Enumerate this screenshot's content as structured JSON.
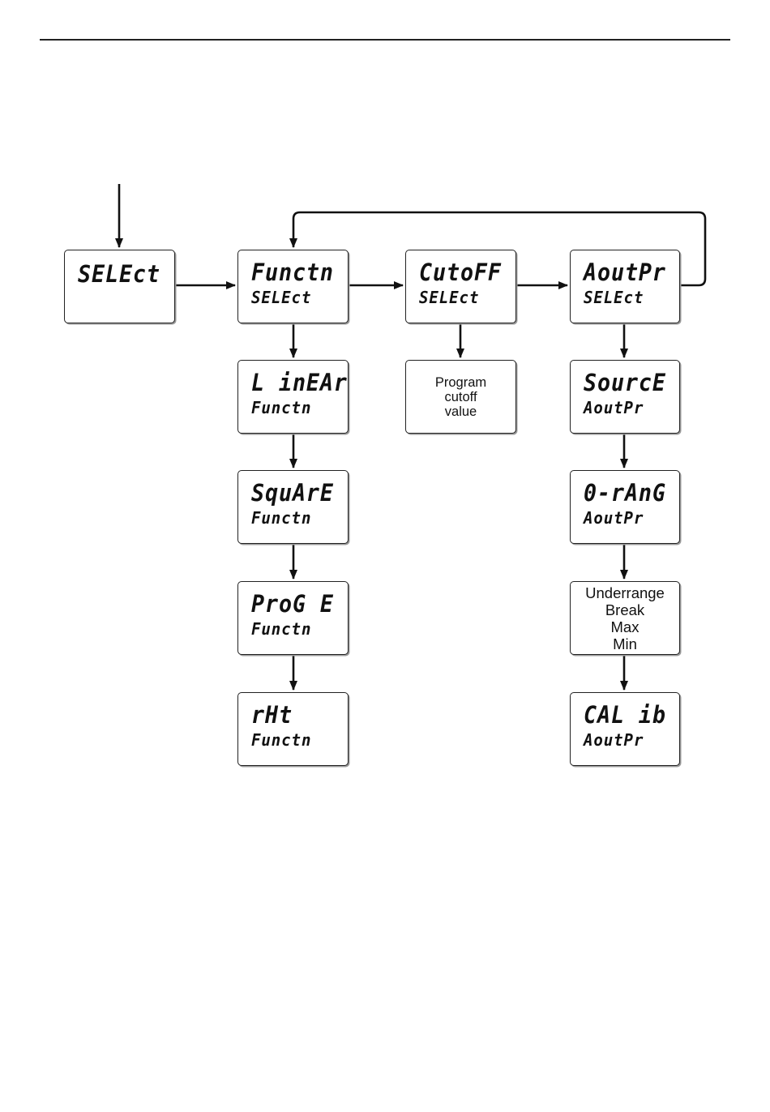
{
  "colors": {
    "line": "#111111",
    "box_border": "#222222",
    "box_shadow": "#9a9a9a",
    "background": "#ffffff"
  },
  "nodes": {
    "select_entry": {
      "display": "SELEct",
      "sub": ""
    },
    "functn": {
      "display": "Functn",
      "sub": "SELEct"
    },
    "cutoff": {
      "display": "CutoFF",
      "sub": "SELEct"
    },
    "aoutpr": {
      "display": "AoutPr",
      "sub": "SELEct"
    },
    "linear": {
      "display": "L inEAr",
      "sub": "Functn"
    },
    "square": {
      "display": "SquArE",
      "sub": "Functn"
    },
    "progre": {
      "display": "ProG E",
      "sub": "Functn"
    },
    "rht": {
      "display": "rHt",
      "sub": "Functn"
    },
    "source": {
      "display": "SourcE",
      "sub": "AoutPr"
    },
    "orang": {
      "display": "0-rAnG",
      "sub": "AoutPr"
    },
    "calib": {
      "display": "CAL ib",
      "sub": "AoutPr"
    }
  },
  "notes": {
    "program_cutoff": "Program\ncutoff\nvalue",
    "underrange": "Underrange\nBreak\nMax\nMin"
  }
}
